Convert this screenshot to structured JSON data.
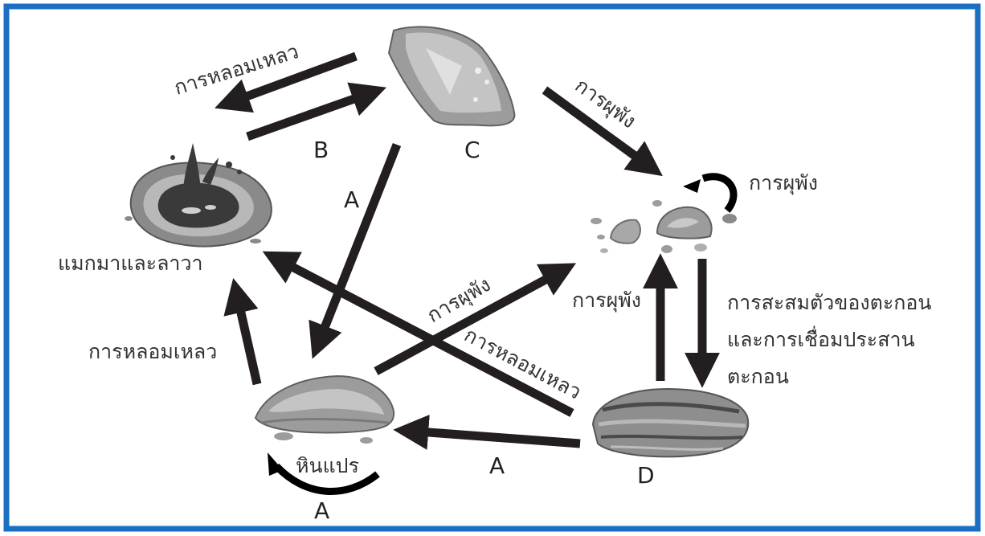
{
  "diagram": {
    "colors": {
      "frame": "#1a6fc0",
      "arrow": "#231f20",
      "rock_light": "#bdbdbd",
      "rock_mid": "#9a9a9a",
      "rock_dark": "#555555",
      "magma": "#3a3a3a"
    },
    "nodes": {
      "magma": {
        "label": "แมกมาและลาวา",
        "icon": "magma-pool-icon"
      },
      "c": {
        "letter": "C",
        "icon": "igneous-rock-icon"
      },
      "sediment": {
        "icon": "sediment-pebbles-icon"
      },
      "metamorphic": {
        "label": "หินแปร",
        "icon": "metamorphic-rock-icon"
      },
      "d": {
        "letter": "D",
        "icon": "sedimentary-rock-icon"
      }
    },
    "labels": {
      "melt_c_magma": "การหลอมเหลว",
      "b": "B",
      "weather_c": "การผุพัง",
      "weather_loop": "การผุพัง",
      "a_c_meta": "A",
      "melt_meta_magma": "การหลอมเหลว",
      "weather_meta": "การผุพัง",
      "melt_d_magma": "การหลอมเหลว",
      "weather_d": "การผุพัง",
      "deposit_line1": "การสะสมตัวของตะกอน",
      "deposit_line2": "และการเชื่อมประสาน",
      "deposit_line3": "ตะกอน",
      "a_d_meta": "A",
      "a_meta_loop": "A"
    }
  }
}
